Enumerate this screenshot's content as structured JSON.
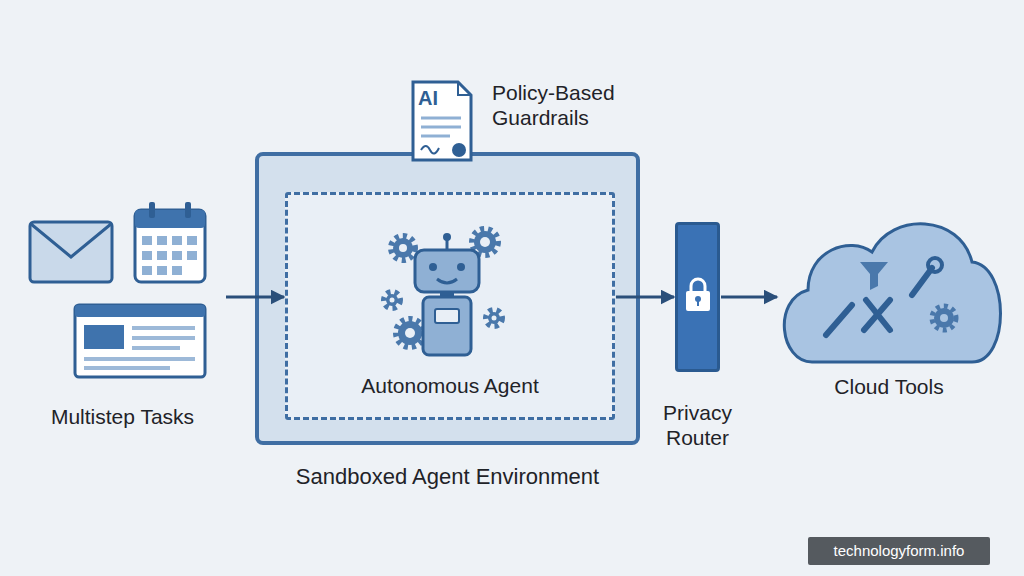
{
  "diagram": {
    "nodes": [
      {
        "text": [
          "Multistep Tasks"
        ]
      },
      {
        "text": [
          "AI",
          "Policy-Based Guardrails"
        ]
      },
      {
        "text": [
          "Sandboxed Agent Environment"
        ]
      },
      {
        "text": [
          "Autonomous Agent"
        ],
        "in": 2
      },
      {
        "text": [
          "Privacy Router"
        ]
      },
      {
        "text": [
          "Cloud Tools"
        ]
      }
    ],
    "edges": [
      {
        "from": 0,
        "to": 3,
        "arrow": "to"
      },
      {
        "from": 3,
        "to": 4,
        "arrow": "to"
      },
      {
        "from": 4,
        "to": 5,
        "arrow": "to"
      }
    ],
    "labels": [
      "technologyform.info"
    ]
  }
}
